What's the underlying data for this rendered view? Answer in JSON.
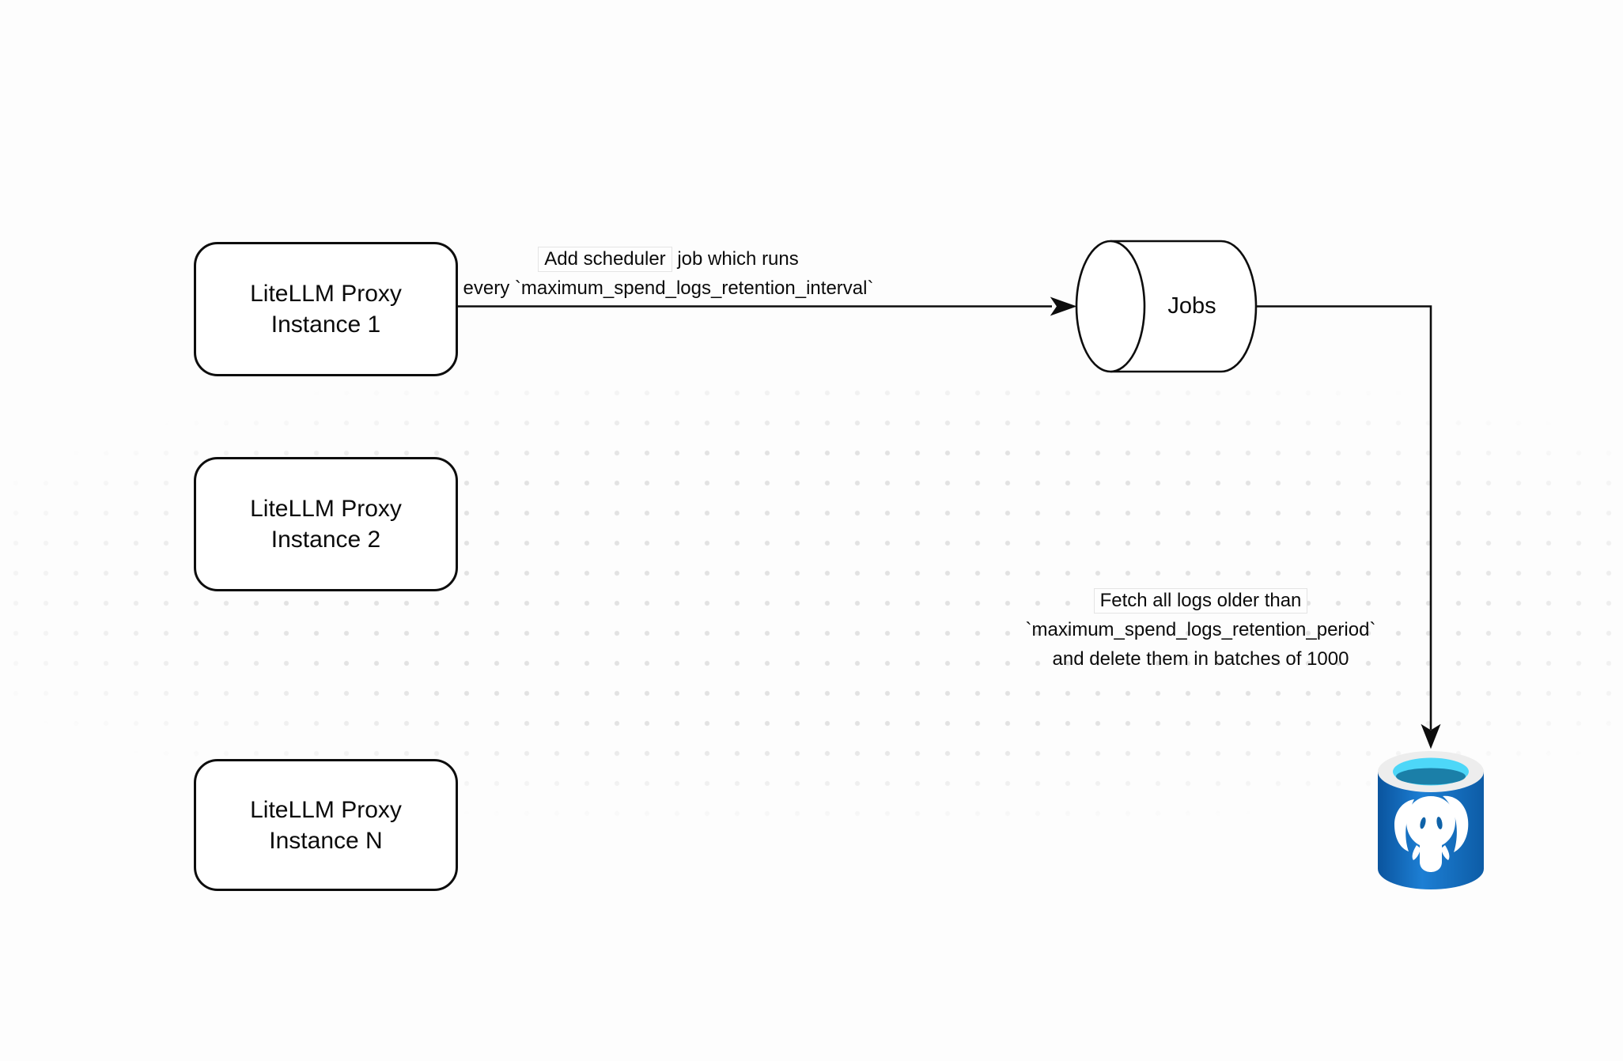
{
  "nodes": {
    "proxy_instance_1": {
      "line1": "LiteLLM Proxy",
      "line2": "Instance 1"
    },
    "proxy_instance_2": {
      "line1": "LiteLLM Proxy",
      "line2": "Instance 2"
    },
    "proxy_instance_n": {
      "line1": "LiteLLM Proxy",
      "line2": "Instance N"
    },
    "jobs_queue": {
      "label": "Jobs"
    }
  },
  "edges": {
    "add_scheduler_job": {
      "line1_boxed": "Add scheduler",
      "line1_rest": " job which runs",
      "line2": "every `maximum_spend_logs_retention_interval`"
    },
    "fetch_and_delete": {
      "line1": "Fetch all logs older than",
      "line2": "`maximum_spend_logs_retention_period`",
      "line3": "and delete them in batches of 1000"
    }
  },
  "icons": {
    "postgresql": "postgresql-database-icon",
    "jobs_shape": "horizontal-cylinder-queue",
    "arrowheads": "solid-black-barbed"
  },
  "colors": {
    "stroke": "#0d0d0d",
    "dot_grid": "#e2e2e2",
    "canvas_background": "#fdfdfd",
    "postgres_blue_dark": "#0a549e",
    "postgres_blue_light": "#1d7fd4",
    "postgres_rim": "#ededed",
    "postgres_cyan": "#4dd7f8",
    "postgres_teal": "#1b7fa8"
  }
}
